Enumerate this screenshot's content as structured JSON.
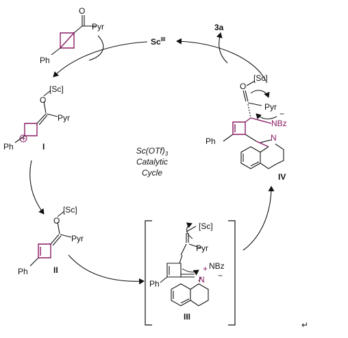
{
  "colors": {
    "bond": "#111111",
    "highlight": "#8a1a63",
    "background": "#ffffff"
  },
  "center_text": {
    "line1": "Sc(OTf)",
    "line1_sub": "3",
    "line2": "Catalytic",
    "line3": "Cycle"
  },
  "labels": {
    "catalyst_sc": "Sc",
    "catalyst_sup": "III",
    "product": "3a",
    "sc": "[Sc]",
    "o": "O",
    "pyr": "Pyr",
    "ph": "Ph",
    "n": "N",
    "nbz": "NBz",
    "plus": "+",
    "minus": "−",
    "int_I": "I",
    "int_II": "II",
    "int_III": "III",
    "int_IV": "IV",
    "return_symbol": "↵"
  }
}
